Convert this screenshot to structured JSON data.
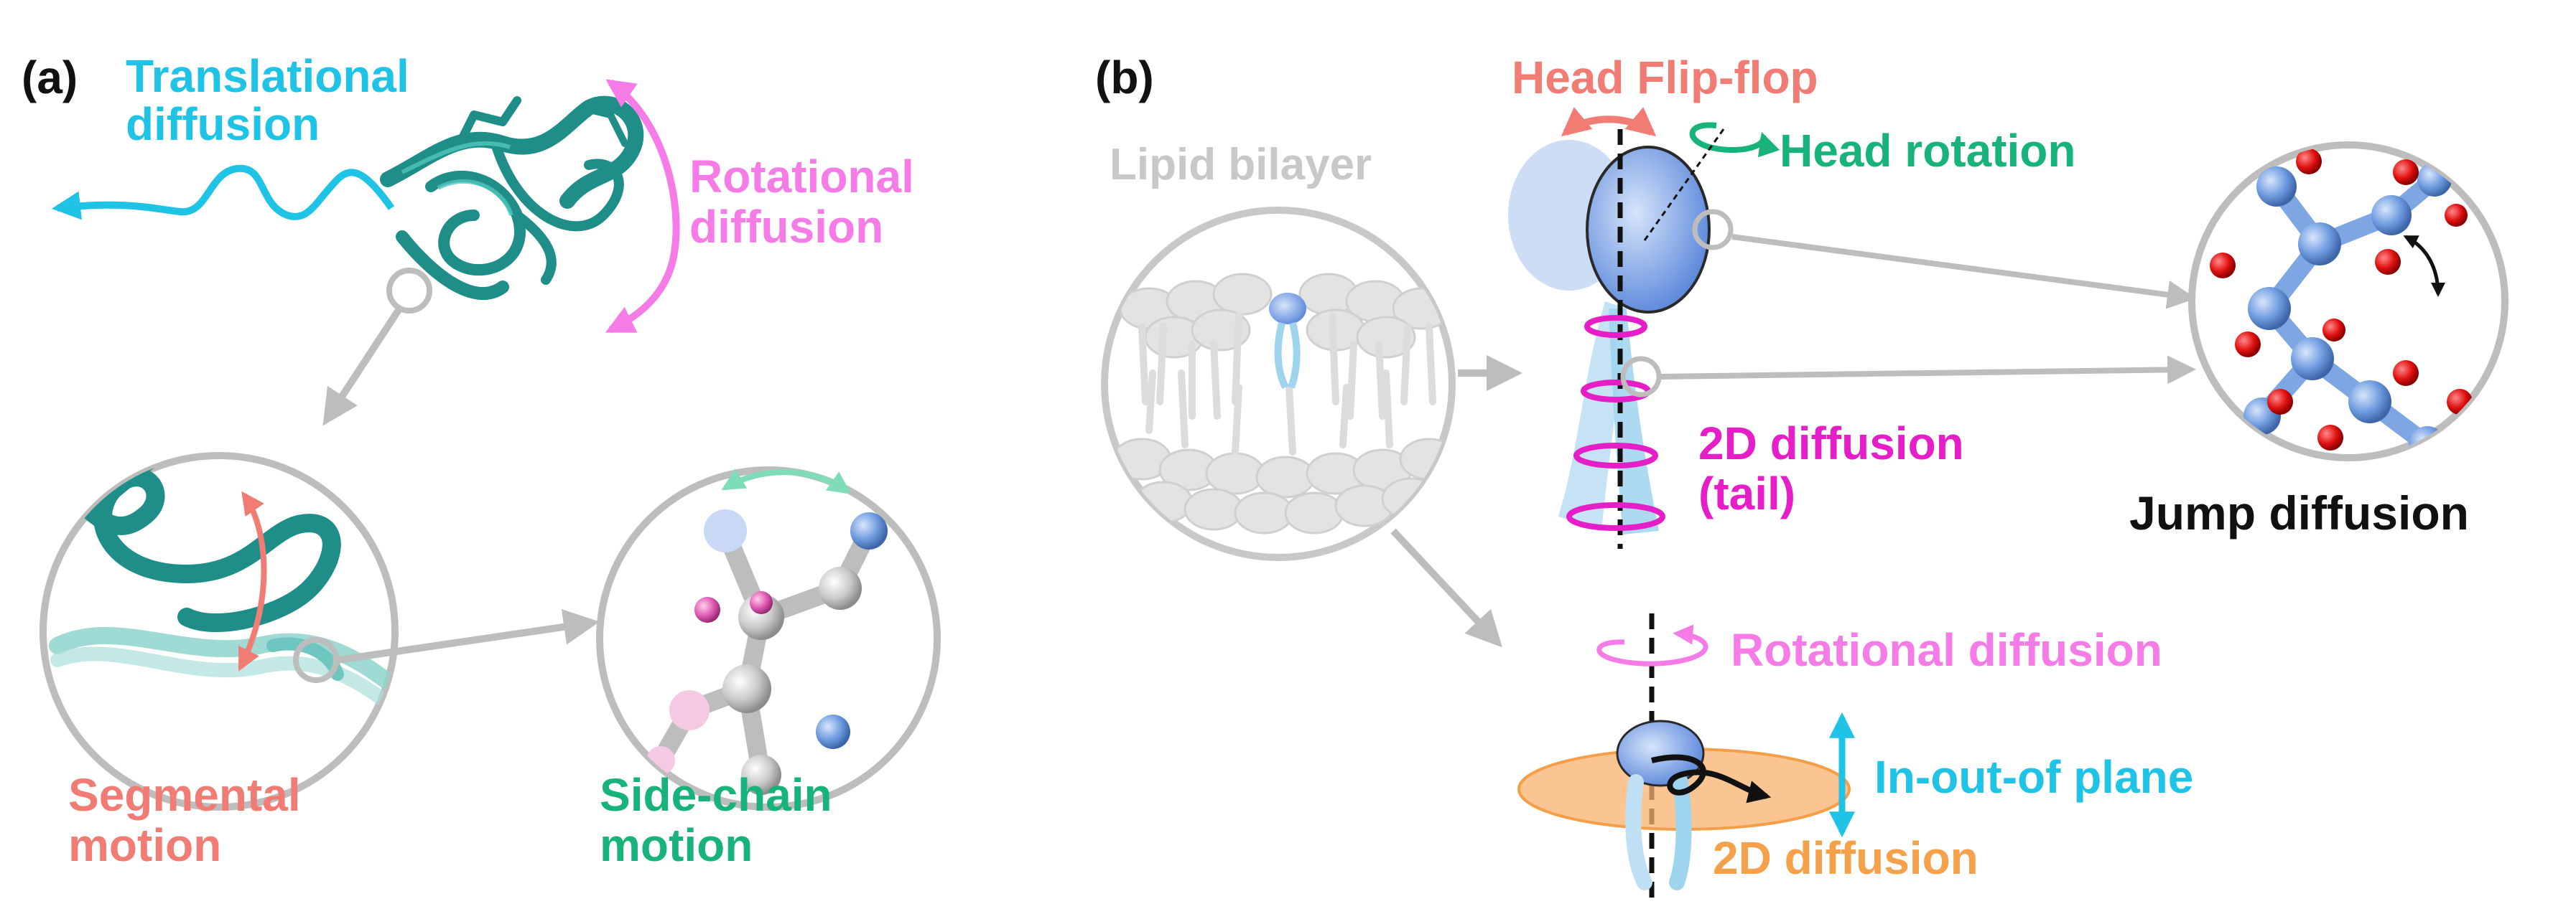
{
  "panel_a": {
    "letter": "(a)",
    "translational_line1": "Translational",
    "translational_line2": "diffusion",
    "rotational_line1": "Rotational",
    "rotational_line2": "diffusion",
    "segmental_line1": "Segmental",
    "segmental_line2": "motion",
    "sidechain_line1": "Side-chain",
    "sidechain_line2": "motion"
  },
  "panel_b": {
    "letter": "(b)",
    "head_flipflop": "Head Flip-flop",
    "lipid_bilayer": "Lipid bilayer",
    "head_rotation": "Head rotation",
    "tail_line1": "2D diffusion",
    "tail_line2": "(tail)",
    "jump_diffusion": "Jump diffusion",
    "rotational_diffusion": "Rotational diffusion",
    "in_out_of_plane": "In-out-of plane",
    "diffusion_2d": "2D diffusion"
  },
  "colors": {
    "cyan": "#1EC3E6",
    "pink": "#F57BE6",
    "salmon": "#F07C74",
    "green": "#17B37B",
    "magenta": "#E61EC8",
    "orange": "#F5A04A",
    "gray": "#C8C8C8",
    "teal": "#3AA6A0",
    "blue_atom": "#6E9BE0",
    "red_atom": "#E01010"
  }
}
